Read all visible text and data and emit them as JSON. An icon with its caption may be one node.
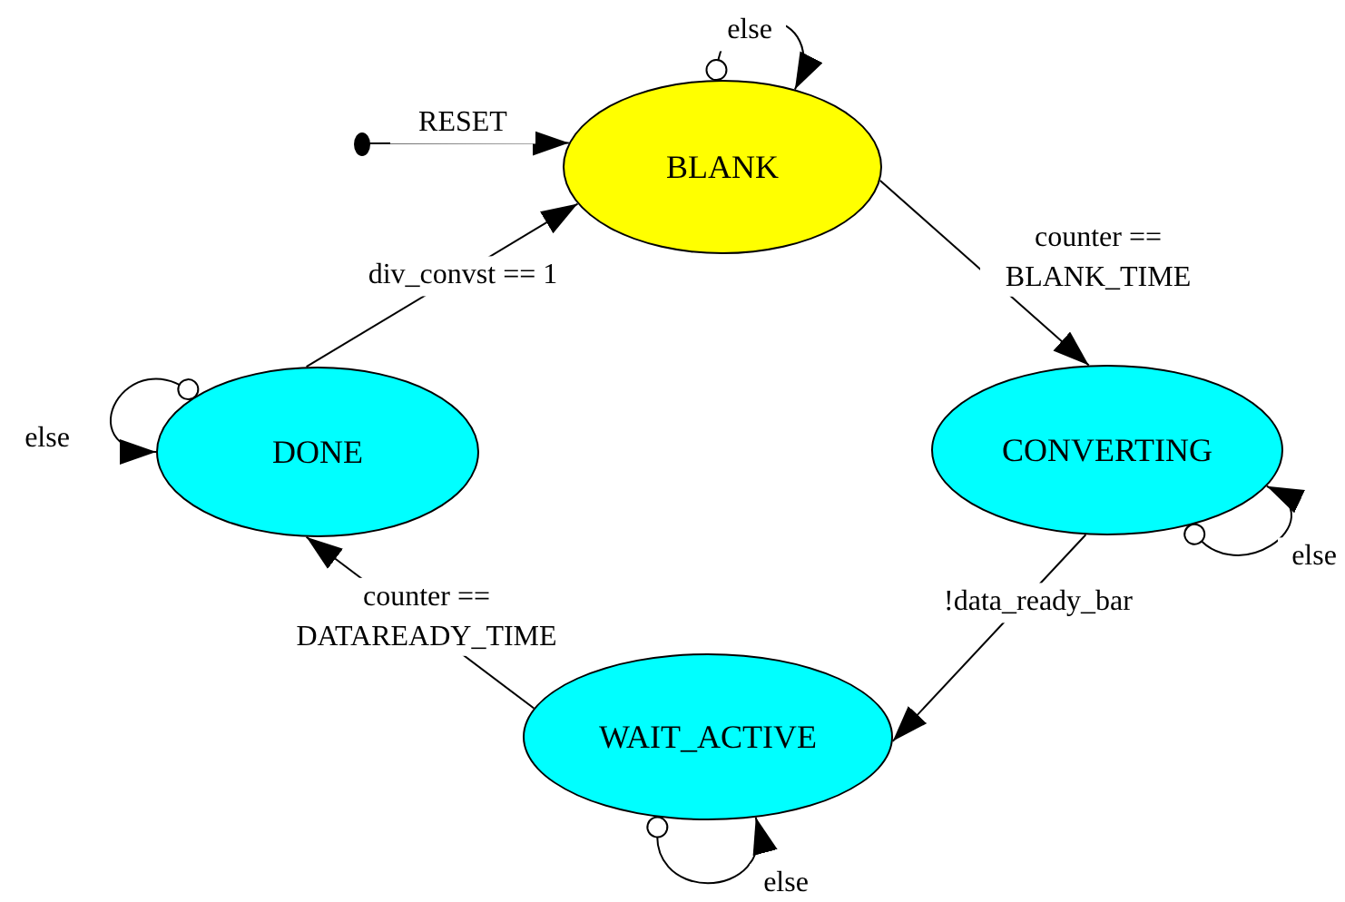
{
  "diagram": {
    "nodes": [
      {
        "text": [],
        "shape": "circle"
      },
      {
        "text": [
          "BLANK"
        ]
      },
      {
        "text": [
          "CONVERTING"
        ]
      },
      {
        "text": [
          "WAIT_ACTIVE"
        ]
      },
      {
        "text": [
          "DONE"
        ]
      }
    ],
    "edges": [
      {
        "from": 0,
        "to": 1,
        "arrow": "to",
        "label": "RESET"
      },
      {
        "from": 1,
        "to": 1,
        "arrow": "to",
        "label": "else"
      },
      {
        "from": 1,
        "to": 2,
        "arrow": "to",
        "label": "counter == BLANK_TIME"
      },
      {
        "from": 2,
        "to": 2,
        "arrow": "to",
        "label": "else"
      },
      {
        "from": 2,
        "to": 3,
        "arrow": "to",
        "label": "!data_ready_bar"
      },
      {
        "from": 3,
        "to": 3,
        "arrow": "to",
        "label": "else"
      },
      {
        "from": 3,
        "to": 4,
        "arrow": "to",
        "label": "counter == DATAREADY_TIME"
      },
      {
        "from": 4,
        "to": 4,
        "arrow": "to",
        "label": "else"
      },
      {
        "from": 4,
        "to": 1,
        "arrow": "to",
        "label": "div_convst == 1"
      }
    ]
  }
}
